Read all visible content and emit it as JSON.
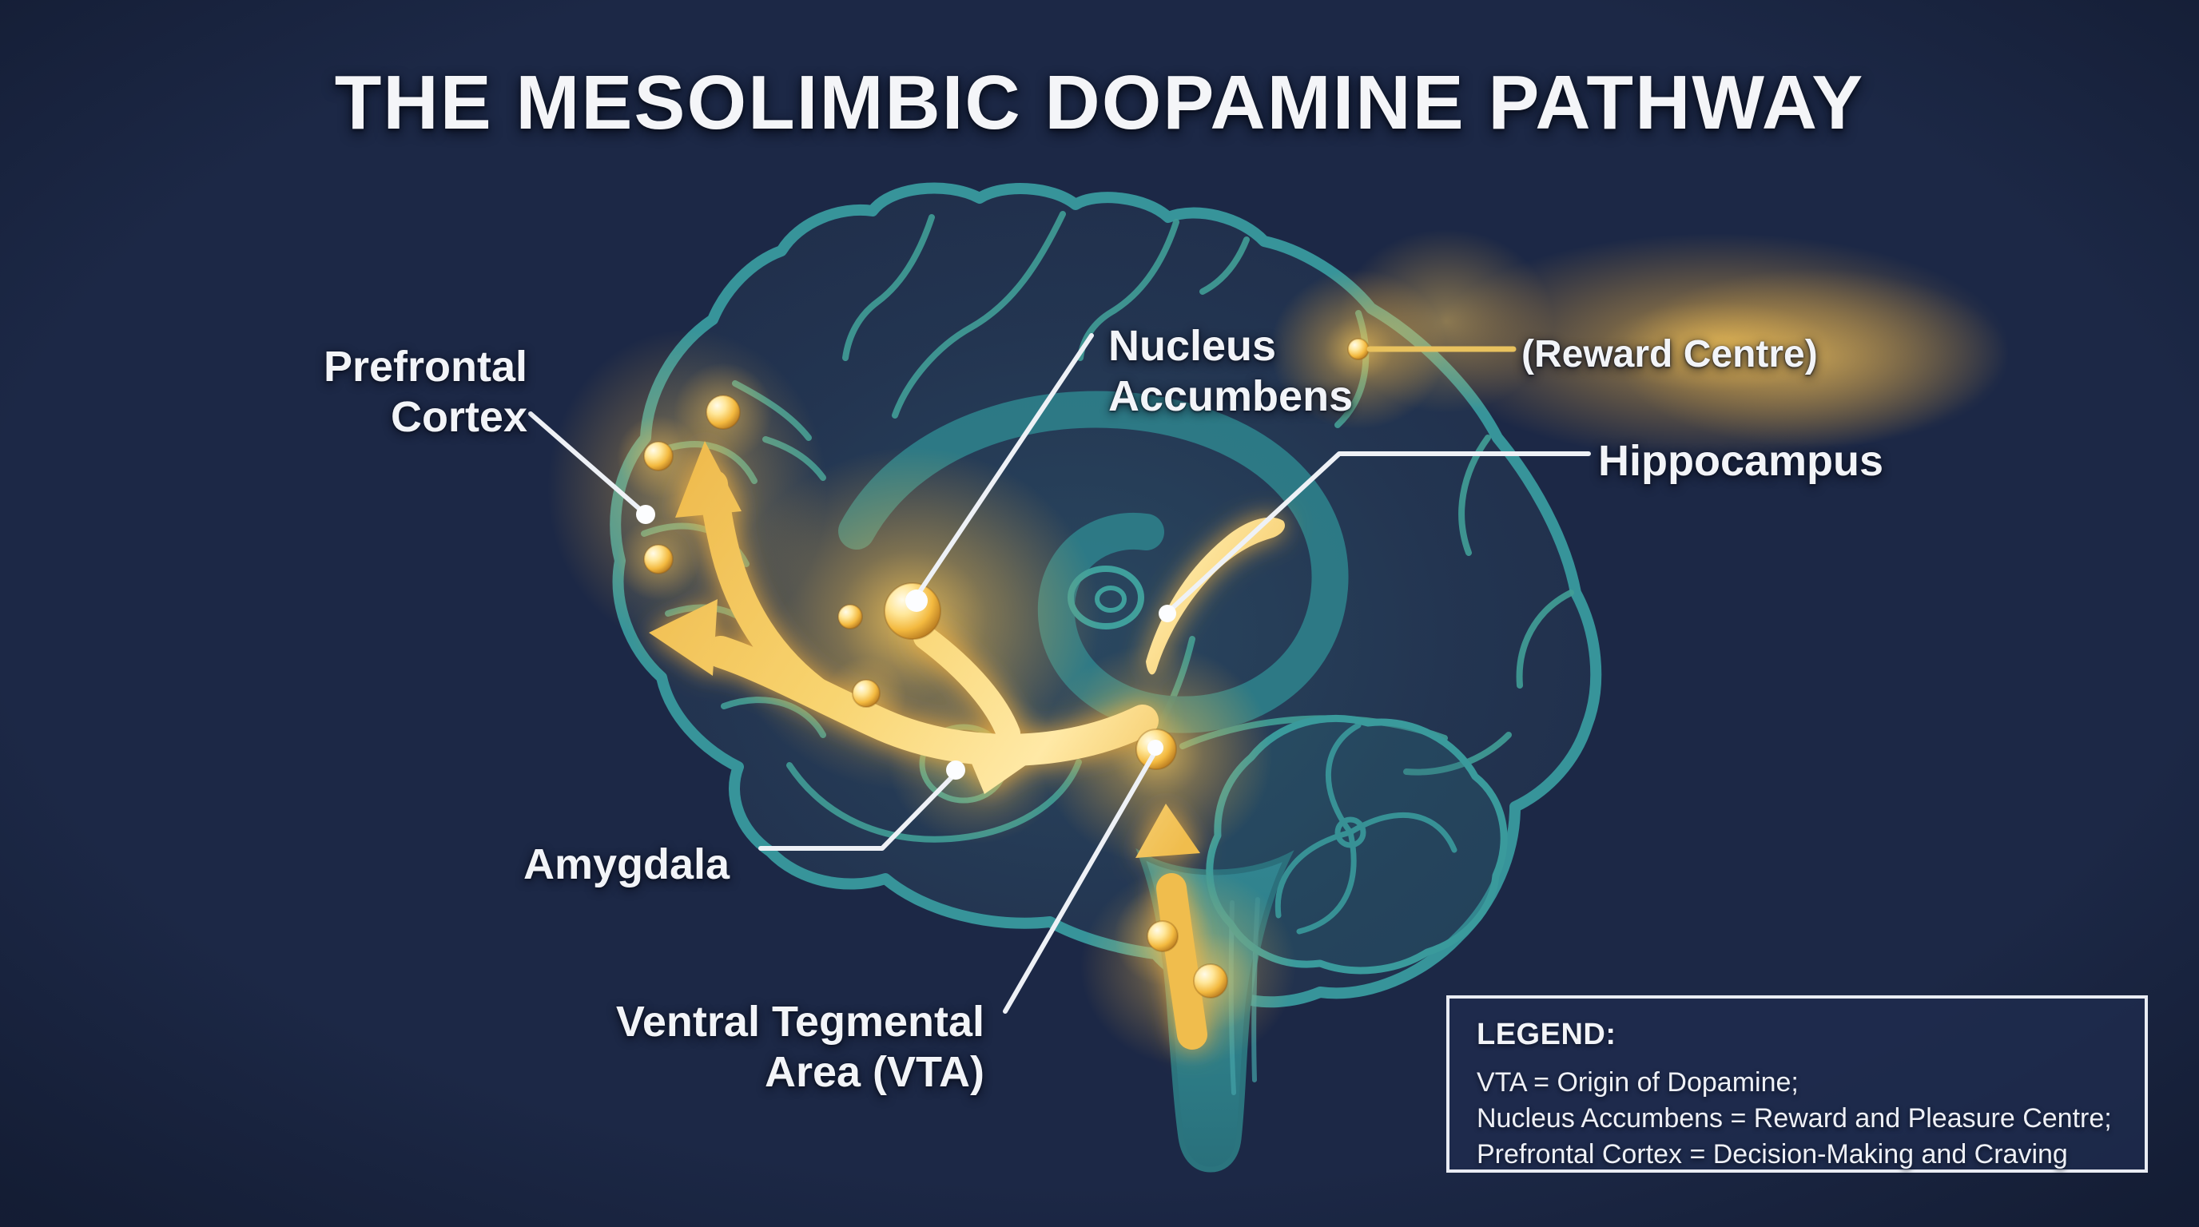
{
  "title": "THE MESOLIMBIC DOPAMINE PATHWAY",
  "labels": {
    "prefrontal_cortex": "Prefrontal\nCortex",
    "nucleus_accumbens": "Nucleus\nAccumbens",
    "reward_centre": "(Reward Centre)",
    "hippocampus": "Hippocampus",
    "amygdala": "Amygdala",
    "ventral_tegmental_area": "Ventral Tegmental\nArea (VTA)"
  },
  "legend": {
    "heading": "LEGEND:",
    "entries": [
      "VTA = Origin of Dopamine;",
      "Nucleus Accumbens = Reward and Pleasure Centre;",
      "Prefrontal Cortex = Decision-Making and Craving"
    ]
  },
  "colors": {
    "background": "#1C2846",
    "brain_outline_teal": "#37949A",
    "brain_inner_fold_teal": "#419E97",
    "pathway_gold": "#EEC052",
    "glow_gold": "#FFC24D",
    "label_text": "#F2F4F8",
    "leader_line_white": "#EEF1F6",
    "legend_border": "#E9ECF3"
  }
}
